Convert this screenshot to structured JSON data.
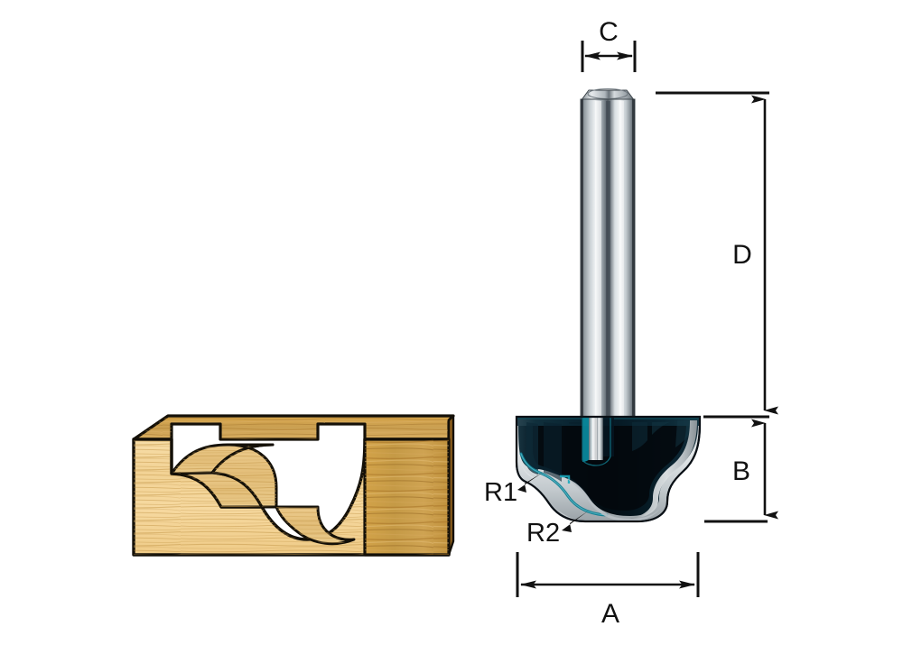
{
  "diagram": {
    "title": "Router bit profile diagram with dimension callouts",
    "type": "technical-line-drawing",
    "background_color": "#ffffff"
  },
  "dimensions": {
    "c": {
      "label": "C",
      "meaning": "shank diameter",
      "orientation": "horizontal",
      "position": "top"
    },
    "d": {
      "label": "D",
      "meaning": "shank length",
      "orientation": "vertical",
      "position": "right-upper"
    },
    "b": {
      "label": "B",
      "meaning": "cutting height",
      "orientation": "vertical",
      "position": "right-lower"
    },
    "a": {
      "label": "A",
      "meaning": "cutting diameter",
      "orientation": "horizontal",
      "position": "bottom"
    },
    "r1": {
      "label": "R1",
      "meaning": "upper radius",
      "leader": "arrow-up-right"
    },
    "r2": {
      "label": "R2",
      "meaning": "lower radius",
      "leader": "arrow-up-right"
    }
  },
  "parts": {
    "shank": {
      "name": "router-bit-shank",
      "finish": "polished steel"
    },
    "cutter": {
      "name": "router-bit-cutter-head",
      "finish": "dark carbide ogee profile"
    },
    "workpiece": {
      "name": "wood-block-sample",
      "finish": "routed ogee groove"
    }
  },
  "colors": {
    "line": "#111111",
    "steel_light": "#f2f4f5",
    "steel_mid": "#9aa2a8",
    "steel_dark": "#4d565c",
    "carbide_dark": "#050a10",
    "carbide_teal": "#0d5f6b",
    "carbide_body": "#0b2330",
    "cutter_silver": "#cfd4d6",
    "wood_light": "#f5d79a",
    "wood_mid": "#e0b463",
    "wood_dark": "#b98832",
    "wood_end": "#c99436"
  }
}
